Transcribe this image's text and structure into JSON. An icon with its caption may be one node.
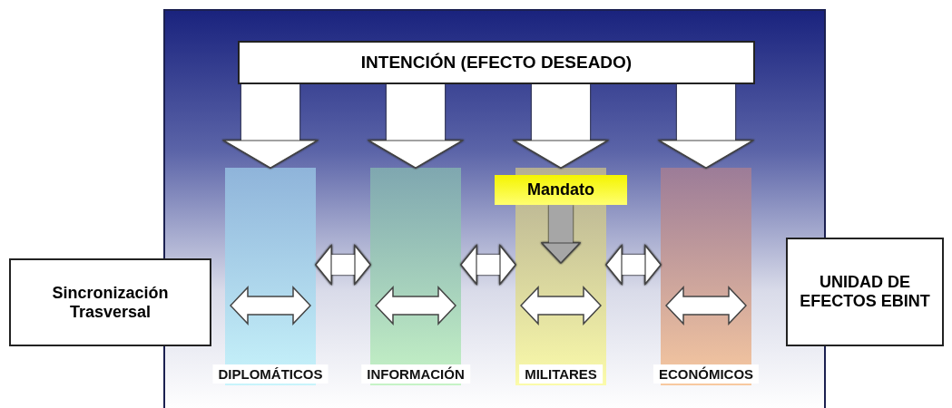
{
  "diagram": {
    "nodes": [
      {
        "text": [
          "INTENCIÓN (EFECTO DESEADO)"
        ]
      },
      {
        "text": [
          "DIPLOMÁTICOS"
        ]
      },
      {
        "text": [
          "INFORMACIÓN"
        ]
      },
      {
        "text": [
          "MILITARES"
        ]
      },
      {
        "text": [
          "ECONÓMICOS"
        ]
      },
      {
        "text": [
          "Mandato"
        ]
      },
      {
        "text": [
          "Sincronización Trasversal"
        ]
      },
      {
        "text": [
          "UNIDAD DE EFECTOS EBINT"
        ]
      }
    ],
    "edges": [
      {
        "from": 0,
        "to": 1,
        "arrow": "to",
        "style": "thick"
      },
      {
        "from": 0,
        "to": 2,
        "arrow": "to",
        "style": "thick"
      },
      {
        "from": 0,
        "to": 3,
        "arrow": "to",
        "style": "thick"
      },
      {
        "from": 0,
        "to": 4,
        "arrow": "to",
        "style": "thick"
      },
      {
        "from": 5,
        "to": 3,
        "arrow": "to",
        "color": "#a6a6a6"
      },
      {
        "from": 1,
        "to": 2,
        "arrow": "both"
      },
      {
        "from": 2,
        "to": 3,
        "arrow": "both"
      },
      {
        "from": 3,
        "to": 4,
        "arrow": "both"
      }
    ]
  }
}
